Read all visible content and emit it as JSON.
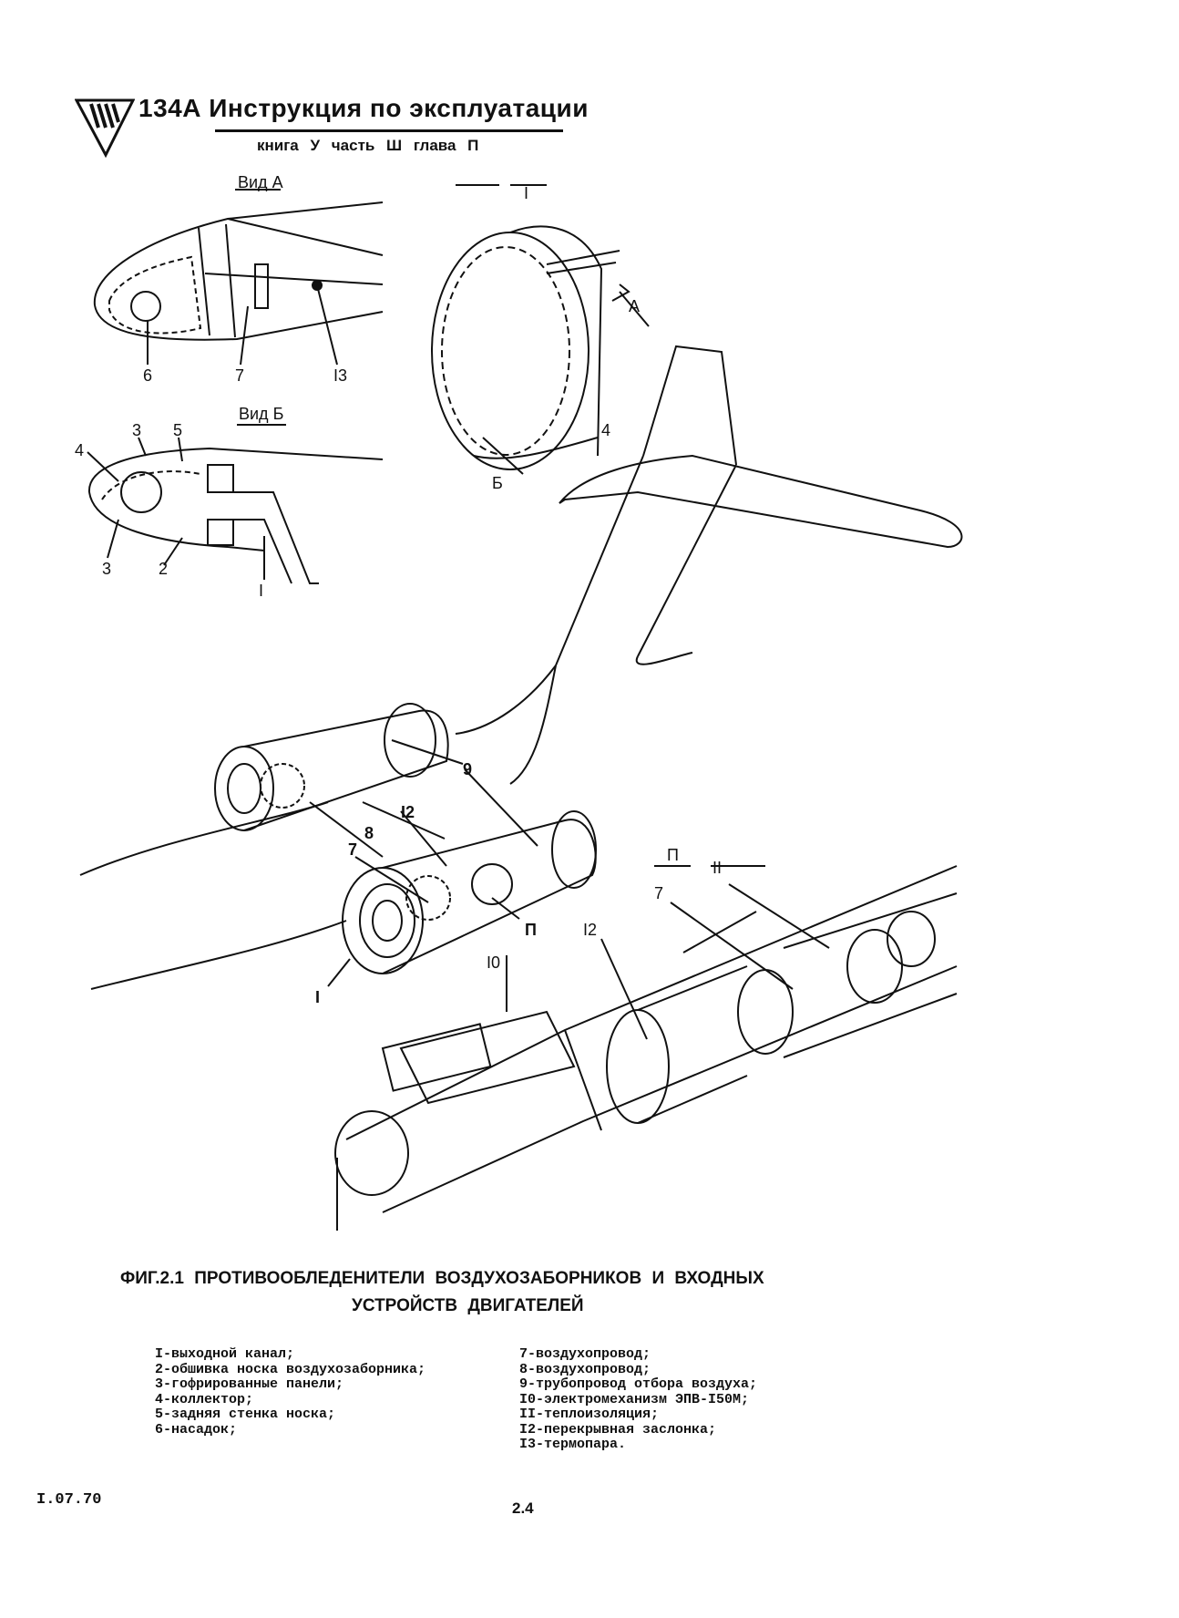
{
  "header": {
    "title": "134А  Инструкция по эксплуатации",
    "subtitle": "книга У  часть Ш  глава П"
  },
  "views": {
    "view_a": "Вид А",
    "view_b": "Вид Б"
  },
  "callouts": {
    "n6": "6",
    "n7": "7",
    "n13": "I3",
    "n4": "4",
    "n3a": "3",
    "n5": "5",
    "n3b": "3",
    "n2": "2",
    "n1a": "I",
    "ring_I": "I",
    "ring_A": "А",
    "ring_4": "4",
    "ring_B": "Б",
    "eng_9": "9",
    "eng_12": "I2",
    "eng_8": "8",
    "eng_7": "7",
    "eng_II": "П",
    "eng_I": "I",
    "det_II_roman": "П",
    "det_11": "II",
    "det_7": "7",
    "det_12": "I2",
    "det_10": "I0"
  },
  "caption": {
    "line1": "ФИГ.2.1   ПРОТИВООБЛЕДЕНИТЕЛИ   ВОЗДУХОЗАБОРНИКОВ  И  ВХОДНЫХ",
    "line2": "УСТРОЙСТВ  ДВИГАТЕЛЕЙ"
  },
  "legend": {
    "left": [
      "I-выходной канал;",
      "2-обшивка носка воздухозаборника;",
      "3-гофрированные панели;",
      "4-коллектор;",
      "5-задняя стенка носка;",
      "6-насадок;"
    ],
    "right": [
      "7-воздухопровод;",
      "8-воздухопровод;",
      "9-трубопровод отбора воздуха;",
      "I0-электромеханизм ЭПВ-I50М;",
      "II-теплоизоляция;",
      "I2-перекрывная заслонка;",
      "I3-термопара."
    ]
  },
  "footer": {
    "date": "I.07.70",
    "page": "2.4"
  },
  "colors": {
    "ink": "#111111",
    "paper": "#ffffff"
  }
}
